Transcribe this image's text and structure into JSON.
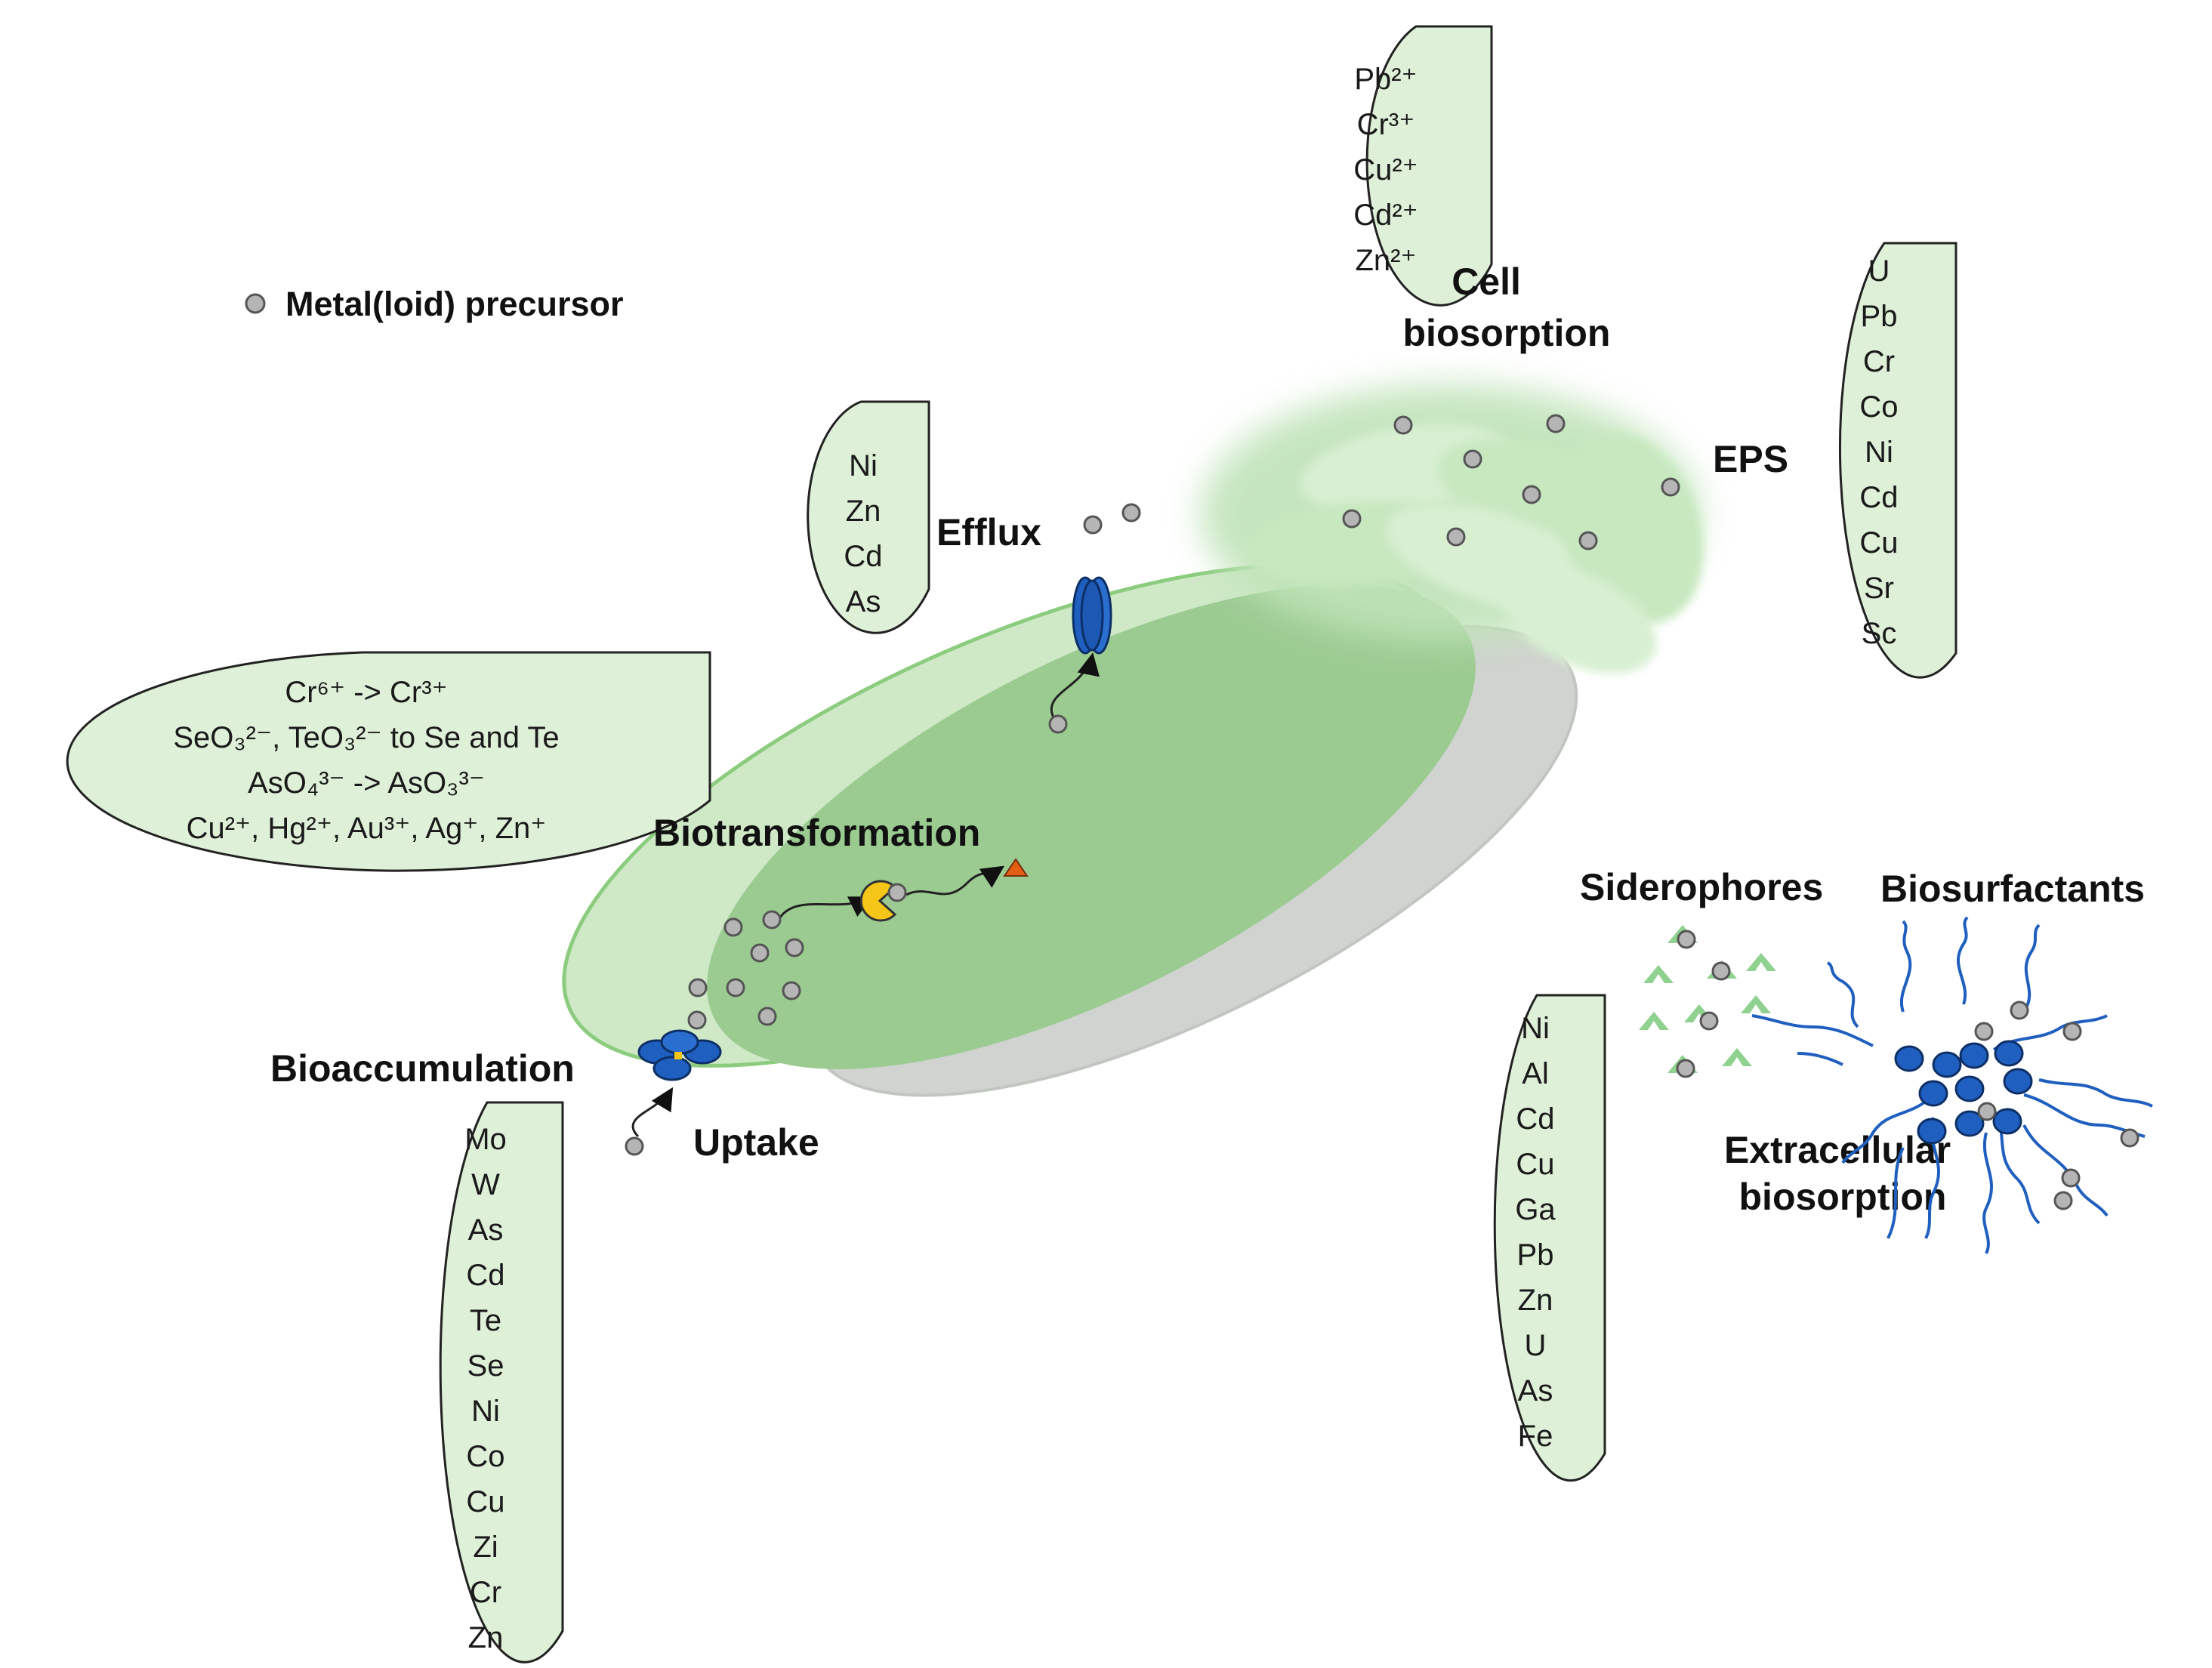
{
  "legend": {
    "label": "Metal(loid) precursor"
  },
  "labels": {
    "cell_biosorption": [
      "Cell",
      "biosorption"
    ],
    "eps": "EPS",
    "efflux": "Efflux",
    "biotransformation": "Biotransformation",
    "bioaccumulation": "Bioaccumulation",
    "uptake": "Uptake",
    "siderophores": "Siderophores",
    "biosurfactants": "Biosurfactants",
    "extracellular_biosorption": [
      "Extracellular",
      "biosorption"
    ]
  },
  "boxes": {
    "cell_biosorption": [
      "Pb²⁺",
      "Cr³⁺",
      "Cu²⁺",
      "Cd²⁺",
      "Zn²⁺"
    ],
    "eps": [
      "U",
      "Pb",
      "Cr",
      "Co",
      "Ni",
      "Cd",
      "Cu",
      "Sr",
      "Sc"
    ],
    "efflux": [
      "Ni",
      "Zn",
      "Cd",
      "As"
    ],
    "biotransformation": [
      "Cr⁶⁺ -> Cr³⁺",
      "SeO₃²⁻, TeO₃²⁻ to Se and Te",
      "AsO₄³⁻ -> AsO₃³⁻",
      "Cu²⁺, Hg²⁺, Au³⁺, Ag⁺, Zn⁺"
    ],
    "bioaccumulation": [
      "Mo",
      "W",
      "As",
      "Cd",
      "Te",
      "Se",
      "Ni",
      "Co",
      "Cu",
      "Zi",
      "Cr",
      "Zn"
    ],
    "extracellular": [
      "Ni",
      "Al",
      "Cd",
      "Cu",
      "Ga",
      "Pb",
      "Zn",
      "U",
      "As",
      "Fe"
    ]
  },
  "colors": {
    "cell_fill": "#b9dcb0",
    "box_fill": "#dff0d8",
    "transporter": "#1f5fbf",
    "enzyme": "#f5c518",
    "product": "#e35f14",
    "precursor": "#b5b5b5"
  }
}
